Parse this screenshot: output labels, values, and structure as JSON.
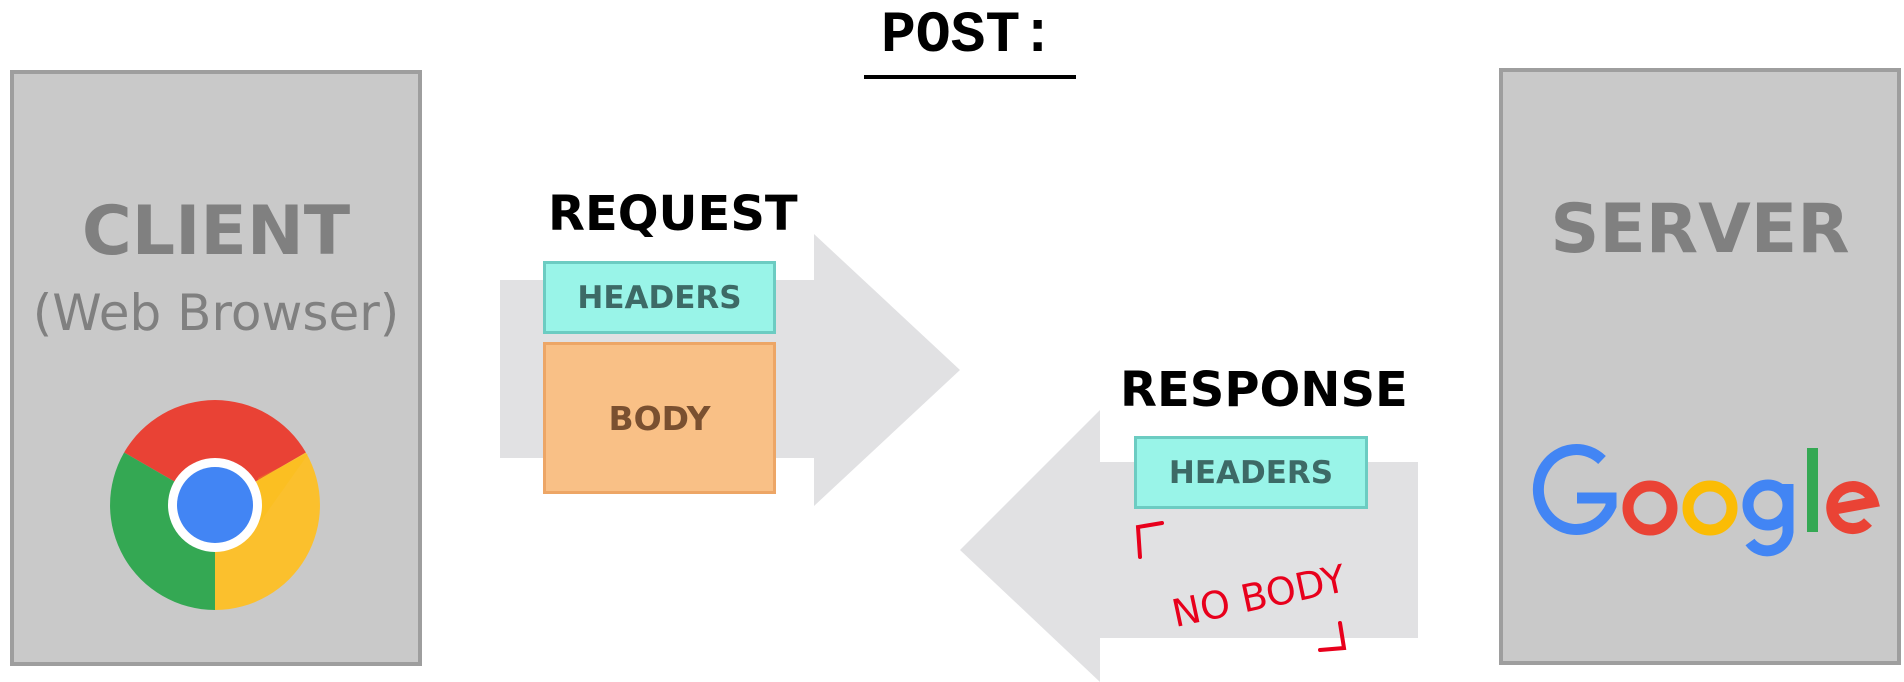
{
  "title": "POST:",
  "client": {
    "title": "CLIENT",
    "subtitle": "(Web Browser)"
  },
  "server": {
    "title": "SERVER"
  },
  "request": {
    "label": "REQUEST",
    "headers": "HEADERS",
    "body": "BODY"
  },
  "response": {
    "label": "RESPONSE",
    "headers": "HEADERS",
    "note": "NO BODY"
  },
  "logos": {
    "client": "Chrome",
    "server": "Google"
  },
  "colors": {
    "panel": "#c9c9c9",
    "arrow": "#e1e1e3",
    "headers": "#99f4e8",
    "body": "#f9c086",
    "note": "#e8001c"
  }
}
